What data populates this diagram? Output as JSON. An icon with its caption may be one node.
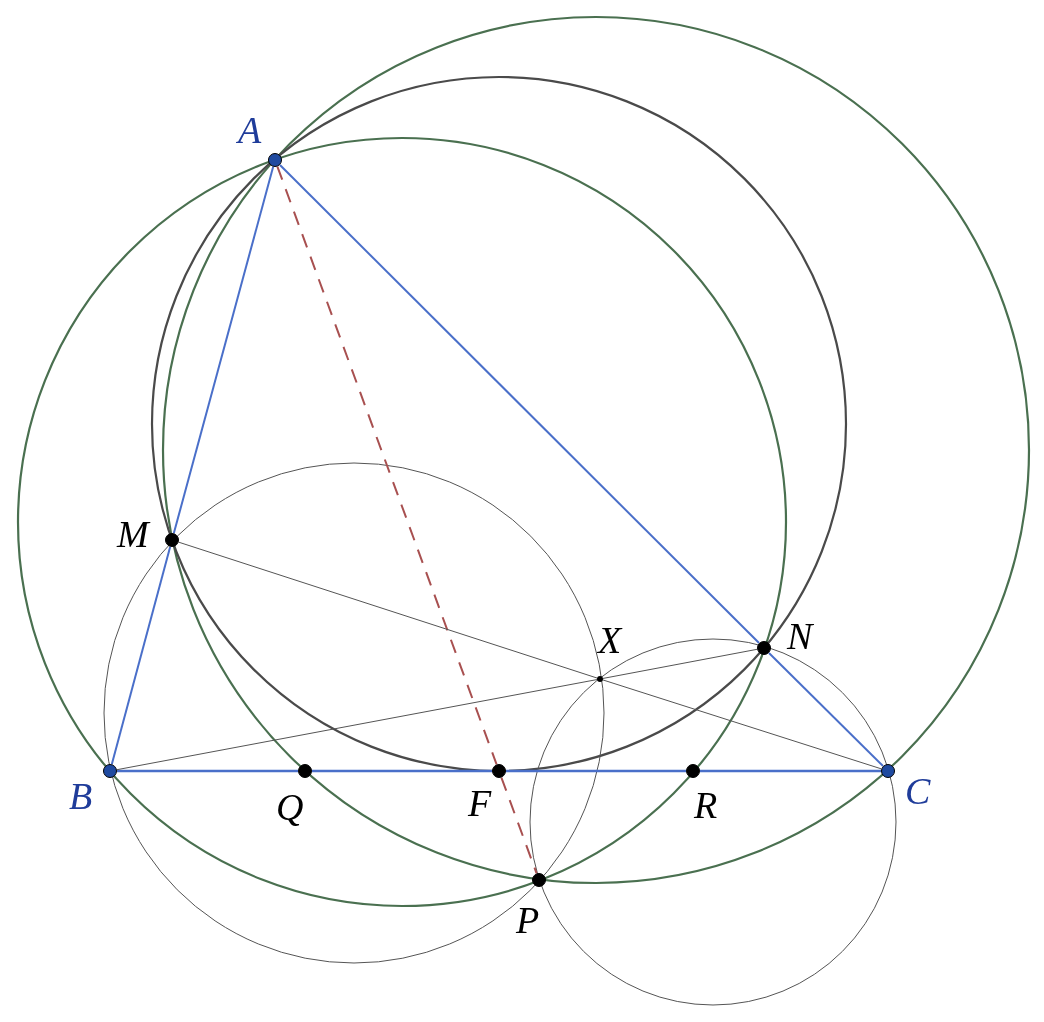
{
  "diagram": {
    "nodes": [
      {
        "text": [
          "A"
        ]
      },
      {
        "text": [
          "B"
        ]
      },
      {
        "text": [
          "C"
        ]
      },
      {
        "text": [
          "M"
        ]
      },
      {
        "text": [
          "N"
        ]
      },
      {
        "text": [
          "X"
        ]
      },
      {
        "text": [
          "Q"
        ]
      },
      {
        "text": [
          "F"
        ]
      },
      {
        "text": [
          "R"
        ]
      },
      {
        "text": [
          "P"
        ]
      }
    ],
    "edges": [
      {
        "from": 0,
        "to": 3,
        "arrow": "none"
      },
      {
        "from": 3,
        "to": 1,
        "arrow": "none"
      },
      {
        "from": 0,
        "to": 4,
        "arrow": "none"
      },
      {
        "from": 4,
        "to": 2,
        "arrow": "none"
      },
      {
        "from": 1,
        "to": 6,
        "arrow": "none"
      },
      {
        "from": 6,
        "to": 7,
        "arrow": "none"
      },
      {
        "from": 7,
        "to": 8,
        "arrow": "none"
      },
      {
        "from": 8,
        "to": 2,
        "arrow": "none"
      },
      {
        "from": 0,
        "to": 7,
        "arrow": "none",
        "style": "dashed",
        "color": "#a85050"
      },
      {
        "from": 7,
        "to": 9,
        "arrow": "none",
        "style": "dashed",
        "color": "#a85050"
      },
      {
        "from": 3,
        "to": 5,
        "arrow": "none",
        "color": "#555555"
      },
      {
        "from": 5,
        "to": 2,
        "arrow": "none",
        "color": "#555555"
      },
      {
        "from": 1,
        "to": 5,
        "arrow": "none",
        "color": "#555555"
      },
      {
        "from": 5,
        "to": 4,
        "arrow": "none",
        "color": "#555555"
      }
    ]
  }
}
